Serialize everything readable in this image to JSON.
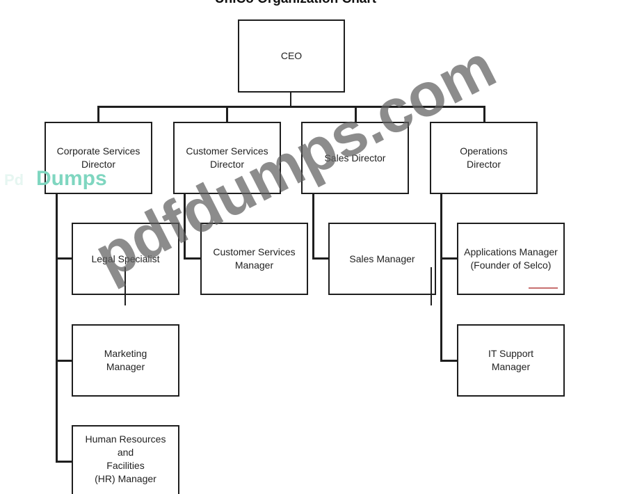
{
  "title": "UniCo Organization Chart",
  "watermark": "pdfdumps.com",
  "brand": {
    "prefix": "Pd",
    "name": "Dumps"
  },
  "nodes": {
    "ceo": "CEO",
    "corporate": "Corporate Services\nDirector",
    "customer": "Customer Services\nDirector",
    "sales": "Sales Director",
    "operations": "Operations\nDirector",
    "legal": "Legal Specialist",
    "marketing": "Marketing\nManager",
    "hr": "Human Resources and\nFacilities\n(HR) Manager",
    "cs_manager": "Customer Services\nManager",
    "sales_manager": "Sales Manager",
    "apps_manager": "Applications Manager\n(Founder of Selco)",
    "it_manager": "IT Support\nManager"
  },
  "colors": {
    "line": "#1e1e1e",
    "watermark": "#5f5f5f",
    "brand": "#7fd6c0"
  }
}
